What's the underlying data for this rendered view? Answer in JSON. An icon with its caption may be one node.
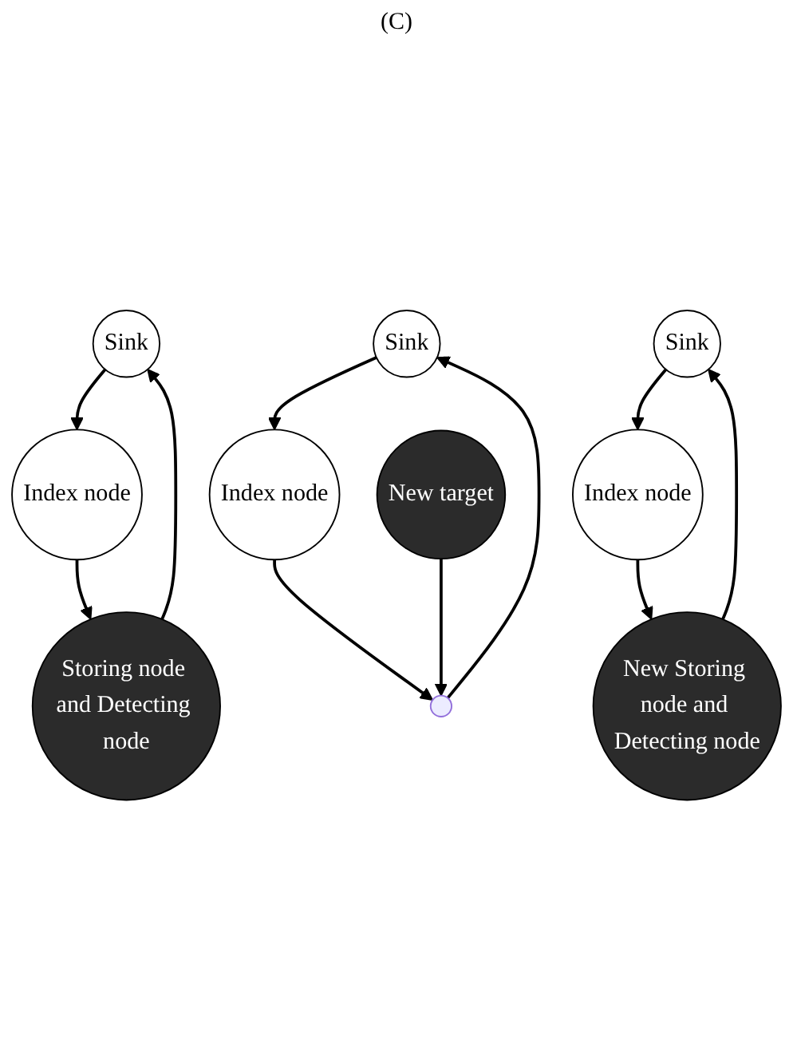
{
  "diagram": {
    "nodes": [
      {
        "text": [
          "Sink"
        ]
      },
      {
        "text": [
          "Index node"
        ]
      },
      {
        "text": [
          "Storing node and Detecting node"
        ]
      },
      {
        "text": [
          "Sink"
        ]
      },
      {
        "text": [
          "Index node"
        ]
      },
      {
        "text": [],
        "shape": "circle"
      },
      {
        "text": [
          "New target"
        ]
      },
      {
        "text": [
          "Sink"
        ]
      },
      {
        "text": [
          "Index node"
        ]
      },
      {
        "text": [
          "New Storing node and Detecting node"
        ]
      }
    ],
    "edges": [
      {
        "from": 0,
        "to": 1,
        "arrow": "to"
      },
      {
        "from": 1,
        "to": 2,
        "arrow": "to"
      },
      {
        "from": 2,
        "to": 0,
        "arrow": "to"
      },
      {
        "from": 3,
        "to": 4,
        "arrow": "to"
      },
      {
        "from": 4,
        "to": 5,
        "arrow": "to"
      },
      {
        "from": 5,
        "to": 3,
        "arrow": "to"
      },
      {
        "from": 6,
        "to": 5,
        "arrow": "to"
      },
      {
        "from": 7,
        "to": 8,
        "arrow": "to"
      },
      {
        "from": 8,
        "to": 9,
        "arrow": "to"
      },
      {
        "from": 9,
        "to": 7,
        "arrow": "to"
      }
    ],
    "labels": [
      "(C)"
    ]
  }
}
